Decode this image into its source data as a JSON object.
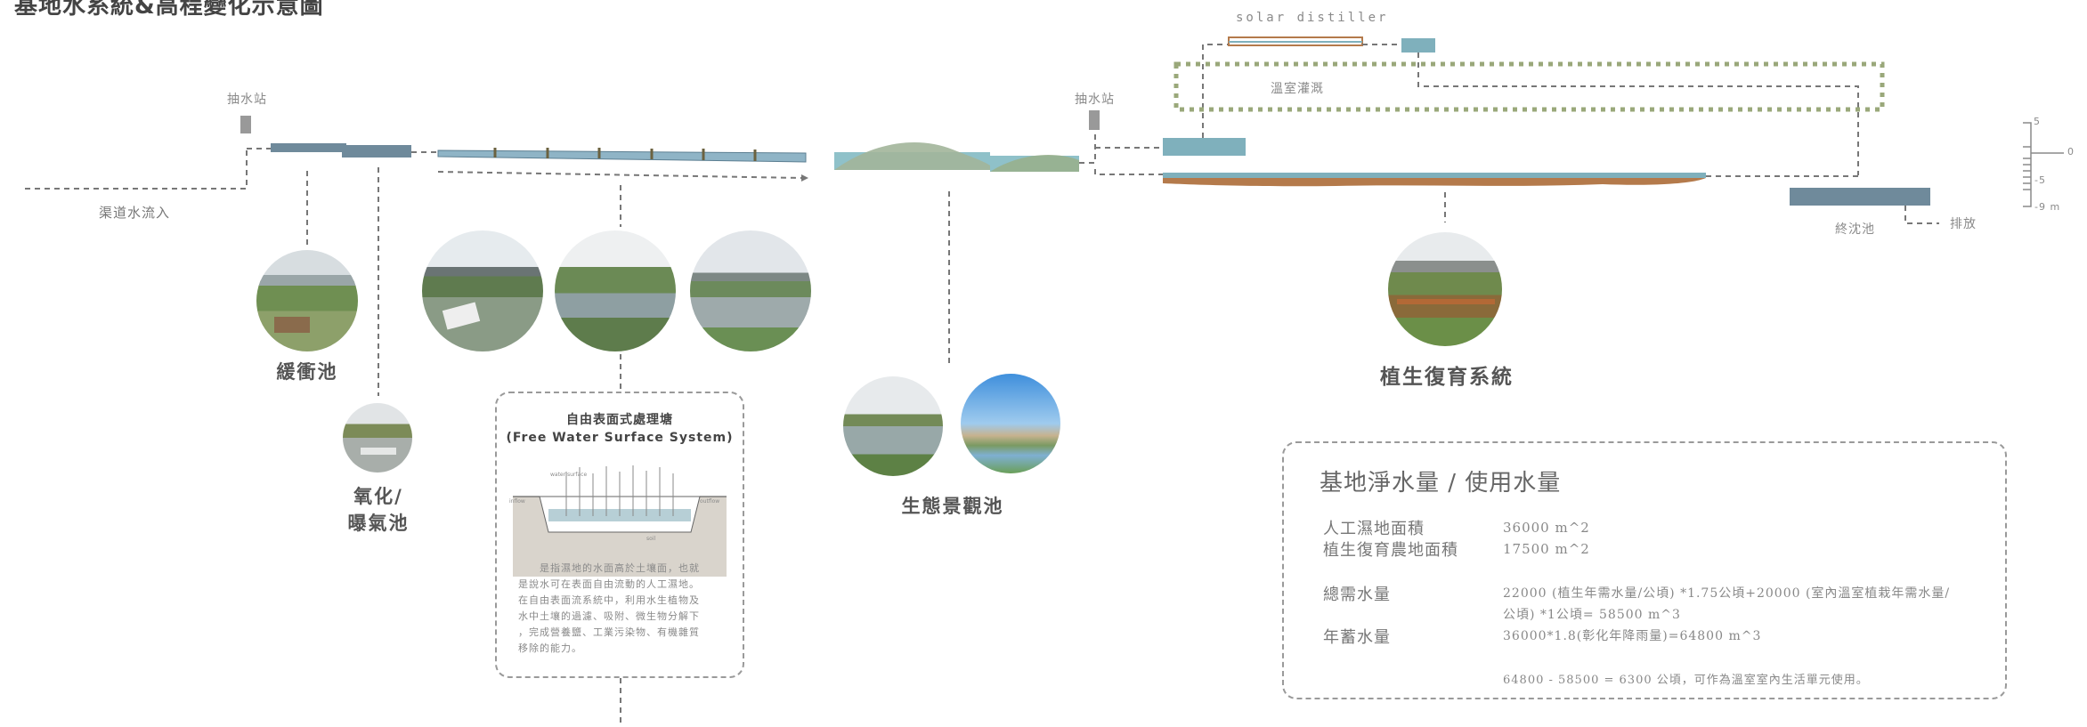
{
  "title": "基地水系統&高程變化示意圖",
  "labels": {
    "pump1": "抽水站",
    "pump2": "抽水站",
    "channel_inflow": "渠道水流入",
    "solar": "solar distiller",
    "greenhouse": "溫室灌溉",
    "final_pond": "終沈池",
    "discharge": "排放"
  },
  "scale": {
    "top": "5",
    "zero": "0",
    "neg5": "-5",
    "neg9": "-9 m"
  },
  "stages": {
    "buffer": "緩衝池",
    "oxidation_1": "氧化/",
    "oxidation_2": "曝氣池",
    "eco": "生態景觀池",
    "veg": "植生復育系統"
  },
  "fws": {
    "title_zh": "自由表面式處理塘",
    "title_en": "(Free Water Surface System)",
    "fig_labels": [
      "water surface",
      "inflow",
      "outflow",
      "soil"
    ],
    "desc": [
      "是指濕地的水面高於土壤面，也就",
      "是說水可在表面自由流動的人工濕地。",
      "在自由表面流系統中，利用水生植物及",
      "水中土壤的過濾、吸附、微生物分解下",
      "，完成營養鹽、工業污染物、有機雜質",
      "移除的能力。"
    ]
  },
  "water_quota": {
    "title": "基地淨水量 / 使用水量",
    "rows": [
      {
        "key": "人工濕地面積",
        "value": "36000 m^2"
      },
      {
        "key": "植生復育農地面積",
        "value": "17500 m^2"
      }
    ],
    "demand_key": "總需水量",
    "demand_line1": "22000 (植生年需水量/公頃) *1.75公頃+20000 (室內溫室植栽年需水量/",
    "demand_line2": "公頃) *1公頃= 58500 m^3",
    "storage_key": "年蓄水量",
    "storage_val": "36000*1.8(彰化年降雨量)=64800 m^3",
    "note": "64800 - 58500 = 6300 公頃，可作為溫室室內生活單元使用。"
  },
  "colors": {
    "pond_dark": "#6f8a9b",
    "pond_teal": "#7fb0bc",
    "pond_blue": "#8fb4c6",
    "soil": "#b47a4b",
    "hill": "#8fa98a",
    "greenhouse_dot": "#9aa87a",
    "line": "#6e6e6e"
  }
}
